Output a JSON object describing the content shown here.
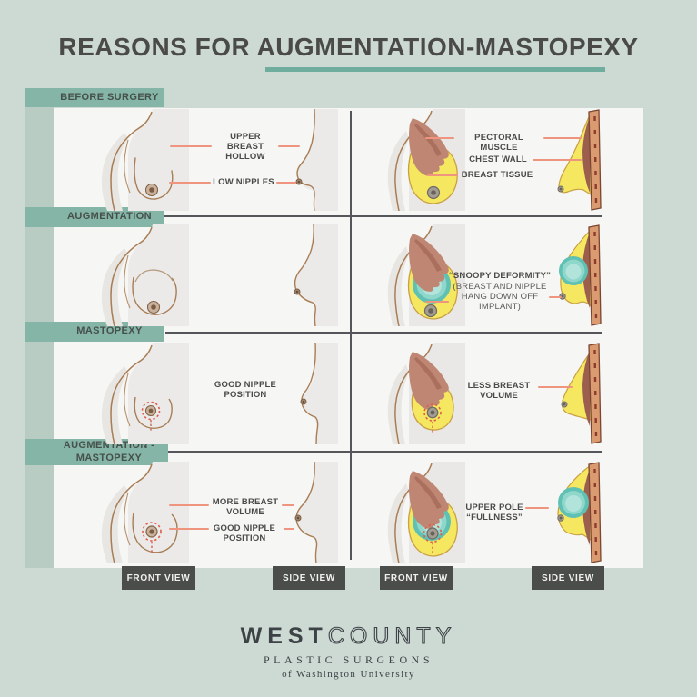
{
  "title": "REASONS FOR AUGMENTATION-MASTOPEXY",
  "sections": [
    {
      "label": "BEFORE SURGERY"
    },
    {
      "label": "AUGMENTATION"
    },
    {
      "label": "MASTOPEXY"
    },
    {
      "label": "AUGMENTATION -\nMASTOPEXY"
    }
  ],
  "callouts": {
    "upper_breast_hollow": "UPPER BREAST\nHOLLOW",
    "low_nipples": "LOW NIPPLES",
    "pectoral_muscle": "PECTORAL MUSCLE",
    "chest_wall": "CHEST WALL",
    "breast_tissue": "BREAST TISSUE",
    "snoopy_title": "“SNOOPY DEFORMITY”",
    "snoopy_sub": "(BREAST AND NIPPLE\nHANG DOWN OFF\nIMPLANT)",
    "good_nipple_position_mastopexy": "GOOD NIPPLE\nPOSITION",
    "less_breast_volume": "LESS BREAST\nVOLUME",
    "more_breast_volume": "MORE BREAST\nVOLUME",
    "good_nipple_position_aug": "GOOD NIPPLE\nPOSITION",
    "upper_pole_fullness": "UPPER POLE\n“FULLNESS”"
  },
  "view_labels": [
    "FRONT VIEW",
    "SIDE VIEW",
    "FRONT VIEW",
    "SIDE VIEW"
  ],
  "footer": {
    "brand_left": "WEST",
    "brand_right": "COUNTY",
    "brand_sub": "PLASTIC SURGEONS",
    "brand_tagline": "of Washington University"
  },
  "colors": {
    "background": "#cdd9d3",
    "panel": "#f6f6f4",
    "left_strip": "#b8ccc3",
    "badge_teal": "#85b5a7",
    "underline_teal": "#6fae9e",
    "text_dark": "#4a4a48",
    "callout_line_salmon": "#ef947e",
    "incision_red": "#dd5f4e",
    "view_badge_dark": "#4b4d4a",
    "tissue_yellow": "#f5e75f",
    "tissue_outline": "#c9a046",
    "implant_teal": "#8fd6cb",
    "muscle_brown": "#bf8673",
    "chest_wall_tan": "#db9b70",
    "skin_gray": "#ebeae8",
    "skin_outline_brown": "#a87d55"
  }
}
